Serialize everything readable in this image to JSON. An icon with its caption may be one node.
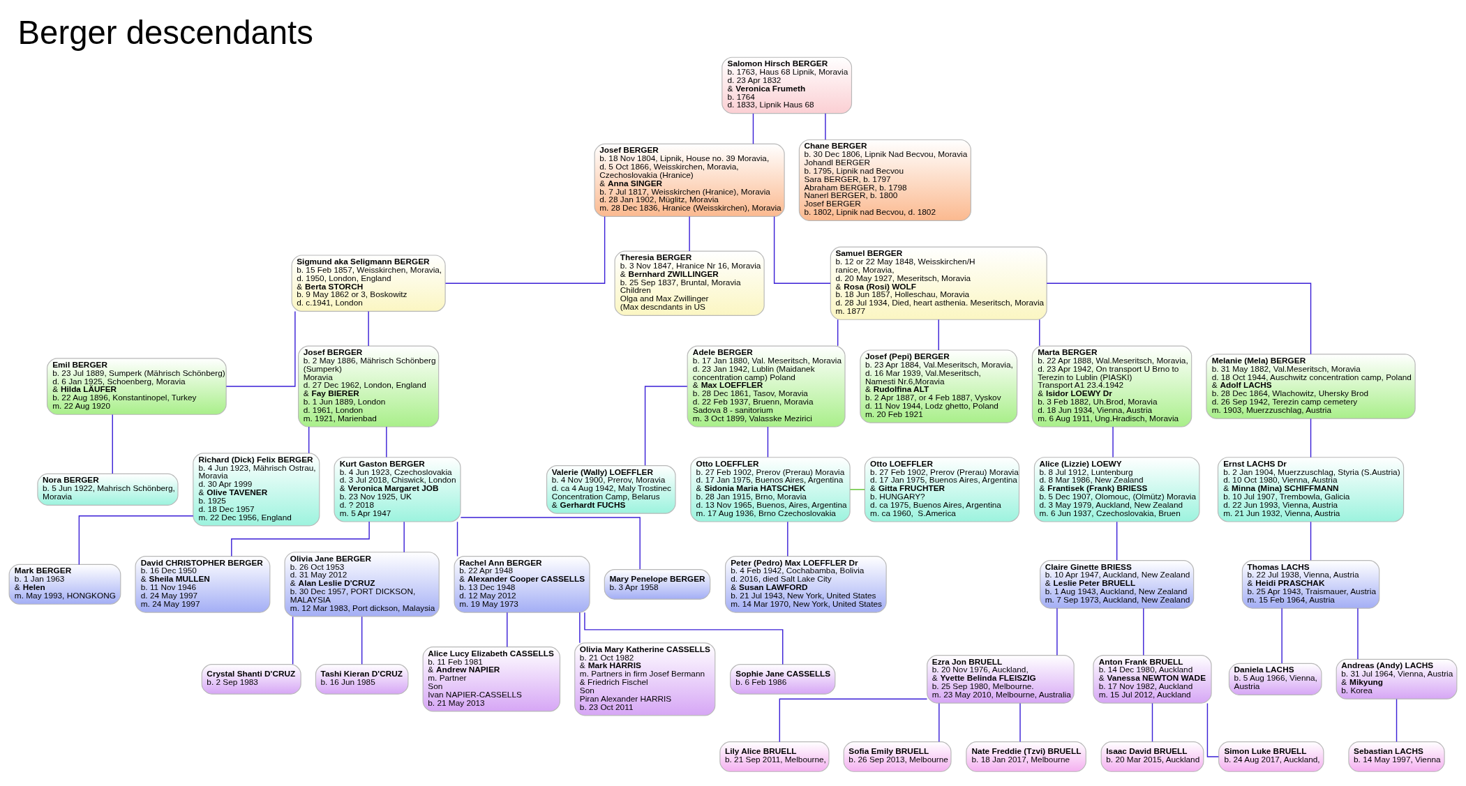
{
  "diagram": {
    "title": "Berger descendants",
    "nodes": [
      {
        "text": [
          "Salomon Hirsch BERGER",
          "b. 1763, Haus 68 Lipnik, Moravia",
          "d. 23 Apr 1832",
          "& **Veronica Frumeth**",
          "b. 1764",
          "d. 1833, Lipnik Haus 68"
        ]
      },
      {
        "text": [
          "Josef BERGER",
          "b. 18 Nov 1804, Lipnik, House no. 39 Moravia,",
          "d. 5 Oct 1866, Weisskirchen, Moravia,",
          "Czechoslovakia (Hranice)",
          "& **Anna SINGER**",
          "b. 7 Jul 1817, Weisskirchen (Hranice), Moravia",
          "d. 28 Jan 1902, Müglitz, Moravia",
          "m. 28 Dec 1836, Hranice (Weisskirchen), Moravia"
        ]
      },
      {
        "text": [
          "Chane BERGER",
          "b. 30 Dec 1806, Lipnik Nad Becvou, Moravia",
          "Johandl BERGER",
          "b. 1795, Lipnik nad Becvou",
          "Sara BERGER, b. 1797",
          "Abraham BERGER, b. 1798",
          "Nanerl BERGER, b. 1800",
          "Josef BERGER",
          "b. 1802, Lipnik nad Becvou, d. 1802"
        ]
      },
      {
        "text": [
          "Sigmund aka Seligmann BERGER",
          "b. 15 Feb 1857, Weisskirchen, Moravia,",
          "d. 1950, London, England",
          "& **Berta STORCH**",
          "b. 9 May 1862 or 3, Boskowitz",
          "d. c.1941, London"
        ]
      },
      {
        "text": [
          "Theresia BERGER",
          "b. 3 Nov 1847, Hranice Nr 16, Moravia",
          "& **Bernhard ZWILLINGER**",
          "b. 25 Sep 1837, Bruntal, Moravia",
          "Children",
          "Olga and Max Zwillinger",
          "(Max descndants in US"
        ]
      },
      {
        "text": [
          "Samuel BERGER",
          "b. 12 or 22 May 1848, Weisskirchen/H",
          "ranice, Moravia,",
          "d. 20 May 1927, Meseritsch, Moravia",
          "& **Rosa (Rosi) WOLF**",
          "b. 18 Jun 1857, Holleschau, Moravia",
          "d. 28 Jul 1934, Died, heart asthenia. Meseritsch, Moravia",
          "m. 1877"
        ]
      },
      {
        "text": [
          "Emil BERGER",
          "b. 23 Jul 1889, Sumperk (Mährisch Schönberg)",
          "d. 6 Jan 1925, Schoenberg, Moravia",
          "& **Hilda LÄUFER**",
          "b. 22 Aug 1896, Konstantinopel, Turkey",
          "m. 22 Aug 1920"
        ]
      },
      {
        "text": [
          "Josef BERGER",
          "b. 2 May 1886, Mährisch Schönberg",
          "(Sumperk)",
          "Moravia",
          "d. 27 Dec 1962, London, England",
          "& **Fay BIERER**",
          "b. 1 Jun 1889, London",
          "d. 1961, London",
          "m. 1921, Marienbad"
        ]
      },
      {
        "text": [
          "Adele BERGER",
          "b. 17 Jan 1880, Val. Meseritsch, Moravia",
          "d. 23 Jan 1942, Lublin (Maidanek",
          "concentration camp) Poland",
          "& **Max LOEFFLER**",
          "b. 28 Dec 1861, Tasov, Moravia",
          "d. 22 Feb 1937, Bruenn, Moravia",
          "Sadova 8 - sanitorium",
          "m. 3 Oct 1899, Valasske Mezirici"
        ]
      },
      {
        "text": [
          "Josef (Pepi) BERGER",
          "b. 23 Apr 1884, Val.Meseritsch, Moravia,",
          "d. 16 Mar 1939, Val.Meseritsch,",
          "Namesti Nr.6,Moravia",
          "& **Rudolfina ALT**",
          "b. 2 Apr 1887, or 4 Feb 1887, Vyskov",
          "d. 11 Nov 1944, Lodz ghetto, Poland",
          "m. 20 Feb 1921"
        ]
      },
      {
        "text": [
          "Marta BERGER",
          "b. 22 Apr 1888, Wal.Meseritsch, Moravia,",
          "d. 23 Apr 1942, On transport U Brno to",
          "Terezin to Lublin (PIASKI)",
          "Transport A1 23.4.1942",
          "& **Isidor LOEWY Dr**",
          "b. 3 Feb 1882, Uh.Brod, Moravia",
          "d. 18 Jun 1934, Vienna, Austria",
          "m. 6 Aug 1911, Ung.Hradisch, Moravia"
        ]
      },
      {
        "text": [
          "Melanie (Mela) BERGER",
          "b. 31 May 1882, Val.Meseritsch, Moravia",
          "d. 18 Oct 1944, Auschwitz concentration camp, Poland",
          "& **Adolf LACHS**",
          "b. 28 Dec 1864, Wlachowitz, Uhersky Brod",
          "d. 26 Sep 1942, Terezin camp cemetery",
          "m. 1903, Muerzzuschlag, Austria"
        ]
      },
      {
        "text": [
          "Nora BERGER",
          "b. 5 Jun 1922, Mahrisch Schönberg,",
          "Moravia"
        ]
      },
      {
        "text": [
          "Richard (Dick) Felix BERGER",
          "b. 4 Jun 1923, Mährisch Ostrau,",
          "Moravia",
          "d. 30 Apr 1999",
          "& **Olive TAVENER**",
          "b. 1925",
          "d. 18 Dec 1957",
          "m. 22 Dec 1956, England"
        ]
      },
      {
        "text": [
          "Kurt Gaston BERGER",
          "b. 4 Jun 1923, Czechoslovakia",
          "d. 3 Jul 2018, Chiswick, London",
          "& **Veronica Margaret JOB**",
          "b. 23 Nov 1925, UK",
          "d. ? 2018",
          "m. 5 Apr 1947"
        ]
      },
      {
        "text": [
          "Valerie (Wally) LOEFFLER",
          "b. 4 Nov 1900, Prerov, Moravia",
          "d. ca 4 Aug 1942, Maly Trostinec",
          "Concentration Camp, Belarus",
          "& **Gerhardt FUCHS**"
        ]
      },
      {
        "text": [
          "Otto LOEFFLER",
          "b. 27 Feb 1902, Prerov (Prerau) Moravia",
          "d. 17 Jan 1975, Buenos Aires, Argentina",
          "& **Sidonia Maria HATSCHEK**",
          "b. 28 Jan 1915, Brno, Moravia",
          "d. 13 Nov 1965, Buenos, Aires, Argentina",
          "m. 17 Aug 1936, Brno Czechoslovakia"
        ]
      },
      {
        "text": [
          "Otto LOEFFLER",
          "b. 27 Feb 1902, Prerov (Prerau) Moravia",
          "d. 17 Jan 1975, Buenos Aires, Argentina",
          "& **Gitta FRUCHTER**",
          "b. HUNGARY?",
          "d. ca 1975, Buenos Aires, Argentina",
          "m. ca 1960,  S.America"
        ]
      },
      {
        "text": [
          "Alice (Lizzie) LOEWY",
          "b. 8 Jul 1912, Luntenburg",
          "d. 8 Mar 1986, New Zealand",
          "& **Frantisek (Frank) BRIESS**",
          "b. 5 Dec 1907, Olomouc, (Olmütz) Moravia",
          "d. 3 May 1979, Auckland, New Zealand",
          "m. 6 Jun 1937, Czechoslovakia, Bruen"
        ]
      },
      {
        "text": [
          "Ernst LACHS Dr",
          "b. 2 Jan 1904, Muerzzuschlag, Styria (S.Austria)",
          "d. 10 Oct 1980, Vienna, Austria",
          "& **Minna (Mina) SCHIFFMANN**",
          "b. 10 Jul 1907, Trembowla, Galicia",
          "d. 22 Jun 1993, Vienna, Austria",
          "m. 21 Jun 1932, Vienna, Austria"
        ]
      },
      {
        "text": [
          "Mark BERGER",
          "b. 1 Jan 1963",
          "& **Helen**",
          "m. May 1993, HONGKONG"
        ]
      },
      {
        "text": [
          "David CHRISTOPHER BERGER",
          "b. 16 Dec 1950",
          "& **Sheila MULLEN**",
          "b. 11 Nov 1946",
          "d. 24 May 1997",
          "m. 24 May 1997"
        ]
      },
      {
        "text": [
          "Olivia Jane BERGER",
          "b. 26 Oct 1953",
          "d. 31 May 2012",
          "& **Alan Leslie D'CRUZ**",
          "b. 30 Dec 1957, PORT DICKSON,",
          "MALAYSIA",
          "m. 12 Mar 1983, Port dickson, Malaysia"
        ]
      },
      {
        "text": [
          "Rachel Ann BERGER",
          "b. 22 Apr 1948",
          "& **Alexander Cooper CASSELLS**",
          "b. 13 Dec 1948",
          "d. 12 May 2012",
          "m. 19 May 1973"
        ]
      },
      {
        "text": [
          "Mary Penelope BERGER",
          "b. 3 Apr 1958"
        ]
      },
      {
        "text": [
          "Peter (Pedro) Max LOEFFLER Dr",
          "b. 4 Feb 1942, Cochabamba, Bolivia",
          "d. 2016, died Salt Lake City",
          "& **Susan LAWFORD**",
          "b. 21 Jul 1943, New York, United States",
          "m. 14 Mar 1970, New York, United States"
        ]
      },
      {
        "text": [
          "Claire Ginette BRIESS",
          "b. 10 Apr 1947, Auckland, New Zealand",
          "& **Leslie Peter BRUELL**",
          "b. 1 Aug 1943, Auckland, New Zealand",
          "m. 7 Sep 1973, Auckland, New Zealand"
        ]
      },
      {
        "text": [
          "Thomas LACHS",
          "b. 22 Jul 1938, Vienna, Austria",
          "& **Heidi PRASCHAK**",
          "b. 25 Apr 1943, Traismauer, Austria",
          "m. 15 Feb 1964, Austria"
        ]
      },
      {
        "text": [
          "Crystal Shanti D'CRUZ",
          "b. 2 Sep 1983"
        ]
      },
      {
        "text": [
          "Tashi Kieran D'CRUZ",
          "b. 16 Jun 1985"
        ]
      },
      {
        "text": [
          "Alice Lucy Elizabeth CASSELLS",
          "b. 11 Feb 1981",
          "& **Andrew NAPIER**",
          "m. Partner",
          "Son",
          "Ivan NAPIER-CASSELLS",
          "b. 21 May 2013"
        ]
      },
      {
        "text": [
          "Olivia Mary Katherine CASSELLS",
          "b. 21 Oct 1982",
          "& **Mark HARRIS**",
          "m. Partners in firm Josef Bermann",
          "& Friedrich Fischel",
          "Son",
          "Piran Alexander HARRIS",
          "b. 23 Oct 2011"
        ]
      },
      {
        "text": [
          "Sophie Jane CASSELLS",
          "b. 6 Feb 1986"
        ]
      },
      {
        "text": [
          "Ezra Jon BRUELL",
          "b. 20 Nov 1976, Auckland,",
          "& **Yvette Belinda FLEISZIG**",
          "b. 25 Sep 1980, Melbourne.",
          "m. 23 May 2010, Melbourne, Australia"
        ]
      },
      {
        "text": [
          "Anton Frank BRUELL",
          "b. 14 Dec 1980, Auckland",
          "& **Vanessa NEWTON WADE**",
          "b. 17 Nov 1982, Auckland",
          "m. 15 Jul 2012, Auckland"
        ]
      },
      {
        "text": [
          "Daniela LACHS",
          "b. 5 Aug 1966, Vienna,",
          "Austria"
        ]
      },
      {
        "text": [
          "Andreas (Andy) LACHS",
          "b. 31 Jul 1964, Vienna, Austria",
          "& **Mikyung**",
          "b. Korea"
        ]
      },
      {
        "text": [
          "Lily Alice BRUELL",
          "b. 21 Sep 2011, Melbourne,"
        ]
      },
      {
        "text": [
          "Sofia Emily BRUELL",
          "b. 26 Sep 2013, Melbourne"
        ]
      },
      {
        "text": [
          "Nate Freddie (Tzvi) BRUELL",
          "b. 18 Jan 2017, Melbourne"
        ]
      },
      {
        "text": [
          "Isaac David BRUELL",
          "b. 20 Mar 2015, Auckland"
        ]
      },
      {
        "text": [
          "Simon Luke BRUELL",
          "b. 24 Aug 2017, Auckland,"
        ]
      },
      {
        "text": [
          "Sebastian LACHS",
          "b. 14 May 1997, Vienna"
        ]
      }
    ],
    "edges": [
      {
        "from": 0,
        "to": 1,
        "arrow": "none"
      },
      {
        "from": 0,
        "to": 2,
        "arrow": "none"
      },
      {
        "from": 1,
        "to": 3,
        "arrow": "none"
      },
      {
        "from": 1,
        "to": 4,
        "arrow": "none"
      },
      {
        "from": 1,
        "to": 5,
        "arrow": "none"
      },
      {
        "from": 3,
        "to": 6,
        "arrow": "none"
      },
      {
        "from": 3,
        "to": 7,
        "arrow": "none"
      },
      {
        "from": 5,
        "to": 8,
        "arrow": "none"
      },
      {
        "from": 5,
        "to": 9,
        "arrow": "none"
      },
      {
        "from": 5,
        "to": 10,
        "arrow": "none"
      },
      {
        "from": 5,
        "to": 11,
        "arrow": "none"
      },
      {
        "from": 6,
        "to": 12,
        "arrow": "none"
      },
      {
        "from": 7,
        "to": 13,
        "arrow": "none"
      },
      {
        "from": 7,
        "to": 14,
        "arrow": "none"
      },
      {
        "from": 8,
        "to": 15,
        "arrow": "none"
      },
      {
        "from": 8,
        "to": 16,
        "arrow": "none"
      },
      {
        "from": 16,
        "to": 17,
        "arrow": "none",
        "color": "#5cc02c"
      },
      {
        "from": 10,
        "to": 18,
        "arrow": "none"
      },
      {
        "from": 11,
        "to": 19,
        "arrow": "none"
      },
      {
        "from": 13,
        "to": 20,
        "arrow": "none"
      },
      {
        "from": 14,
        "to": 21,
        "arrow": "none"
      },
      {
        "from": 14,
        "to": 22,
        "arrow": "none"
      },
      {
        "from": 14,
        "to": 23,
        "arrow": "none"
      },
      {
        "from": 14,
        "to": 24,
        "arrow": "none"
      },
      {
        "from": 16,
        "to": 25,
        "arrow": "none"
      },
      {
        "from": 18,
        "to": 26,
        "arrow": "none"
      },
      {
        "from": 19,
        "to": 27,
        "arrow": "none"
      },
      {
        "from": 22,
        "to": 28,
        "arrow": "none"
      },
      {
        "from": 22,
        "to": 29,
        "arrow": "none"
      },
      {
        "from": 23,
        "to": 30,
        "arrow": "none"
      },
      {
        "from": 23,
        "to": 31,
        "arrow": "none"
      },
      {
        "from": 23,
        "to": 32,
        "arrow": "none"
      },
      {
        "from": 26,
        "to": 33,
        "arrow": "none"
      },
      {
        "from": 26,
        "to": 34,
        "arrow": "none"
      },
      {
        "from": 27,
        "to": 35,
        "arrow": "none"
      },
      {
        "from": 27,
        "to": 36,
        "arrow": "none"
      },
      {
        "from": 33,
        "to": 37,
        "arrow": "none"
      },
      {
        "from": 33,
        "to": 38,
        "arrow": "none"
      },
      {
        "from": 33,
        "to": 39,
        "arrow": "none"
      },
      {
        "from": 34,
        "to": 40,
        "arrow": "none"
      },
      {
        "from": 34,
        "to": 41,
        "arrow": "none"
      },
      {
        "from": 36,
        "to": 42,
        "arrow": "none"
      }
    ]
  }
}
